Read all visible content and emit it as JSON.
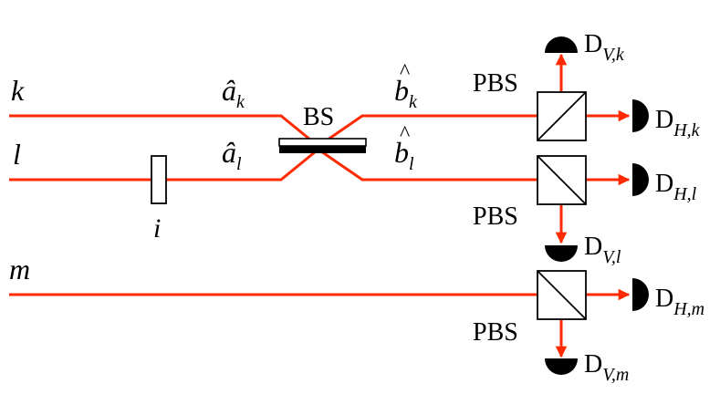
{
  "colors": {
    "beam": "#ff2a00",
    "ink": "#000000",
    "background": "#ffffff"
  },
  "modes": {
    "k": "k",
    "l": "l",
    "m": "m"
  },
  "operators": {
    "a_k": {
      "base": "â",
      "sub": "k"
    },
    "a_l": {
      "base": "â",
      "sub": "l"
    },
    "b_k": {
      "base": "b",
      "hat": "^",
      "sub": "k"
    },
    "b_l": {
      "base": "b",
      "hat": "^",
      "sub": "l"
    }
  },
  "components": {
    "beam_splitter": "BS",
    "plate_label": "i",
    "pbs_k": "PBS",
    "pbs_l": "PBS",
    "pbs_m": "PBS"
  },
  "detectors": {
    "dvk": {
      "base": "D",
      "sub": "V,k"
    },
    "dhk": {
      "base": "D",
      "sub": "H,k"
    },
    "dhl": {
      "base": "D",
      "sub": "H,l"
    },
    "dvl": {
      "base": "D",
      "sub": "V,l"
    },
    "dhm": {
      "base": "D",
      "sub": "H,m"
    },
    "dvm": {
      "base": "D",
      "sub": "V,m"
    }
  }
}
